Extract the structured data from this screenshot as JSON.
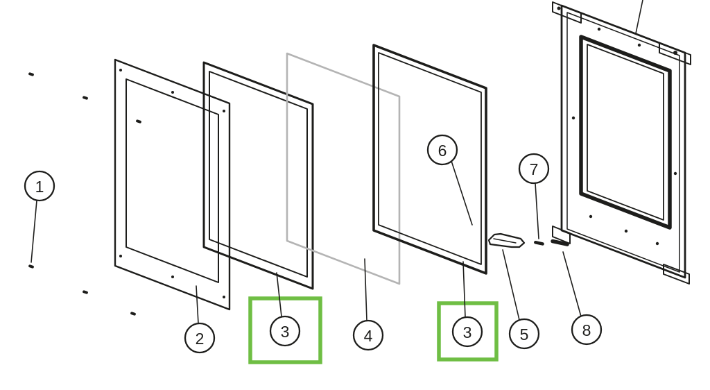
{
  "diagram": {
    "type": "exploded-parts-diagram",
    "background": "#ffffff",
    "colors": {
      "line": "#1d1d1b",
      "glass": "#b4b4b4",
      "highlight": "#6fbe44"
    },
    "callouts": [
      {
        "id": "callout-1",
        "label": "1",
        "highlighted": false
      },
      {
        "id": "callout-2",
        "label": "2",
        "highlighted": false
      },
      {
        "id": "callout-3-left",
        "label": "3",
        "highlighted": true
      },
      {
        "id": "callout-4",
        "label": "4",
        "highlighted": false
      },
      {
        "id": "callout-3-right",
        "label": "3",
        "highlighted": true
      },
      {
        "id": "callout-5",
        "label": "5",
        "highlighted": false
      },
      {
        "id": "callout-6",
        "label": "6",
        "highlighted": false
      },
      {
        "id": "callout-7",
        "label": "7",
        "highlighted": false
      },
      {
        "id": "callout-8",
        "label": "8",
        "highlighted": false
      }
    ]
  }
}
